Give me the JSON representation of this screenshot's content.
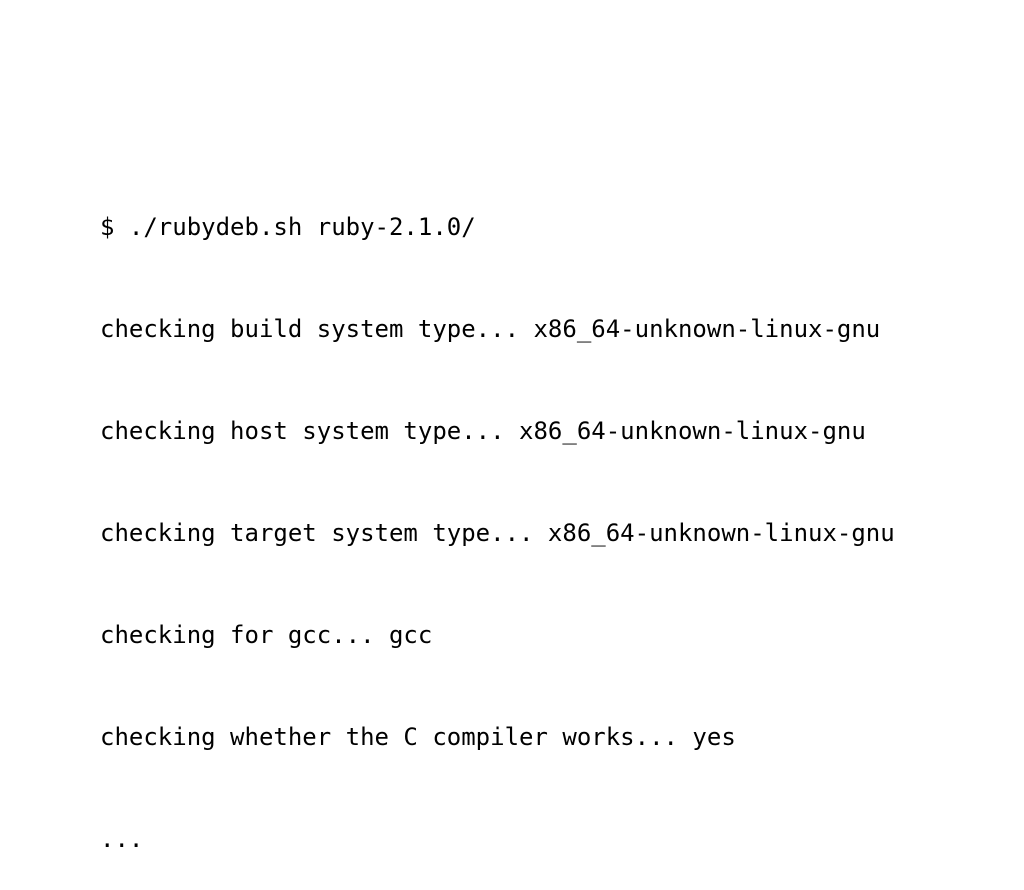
{
  "terminal": {
    "lines": [
      "$ ./rubydeb.sh ruby-2.1.0/",
      "checking build system type... x86_64-unknown-linux-gnu",
      "checking host system type... x86_64-unknown-linux-gnu",
      "checking target system type... x86_64-unknown-linux-gnu",
      "checking for gcc... gcc",
      "checking whether the C compiler works... yes",
      "..."
    ]
  },
  "colors": {
    "background": "#ffffff",
    "text": "#000000"
  }
}
